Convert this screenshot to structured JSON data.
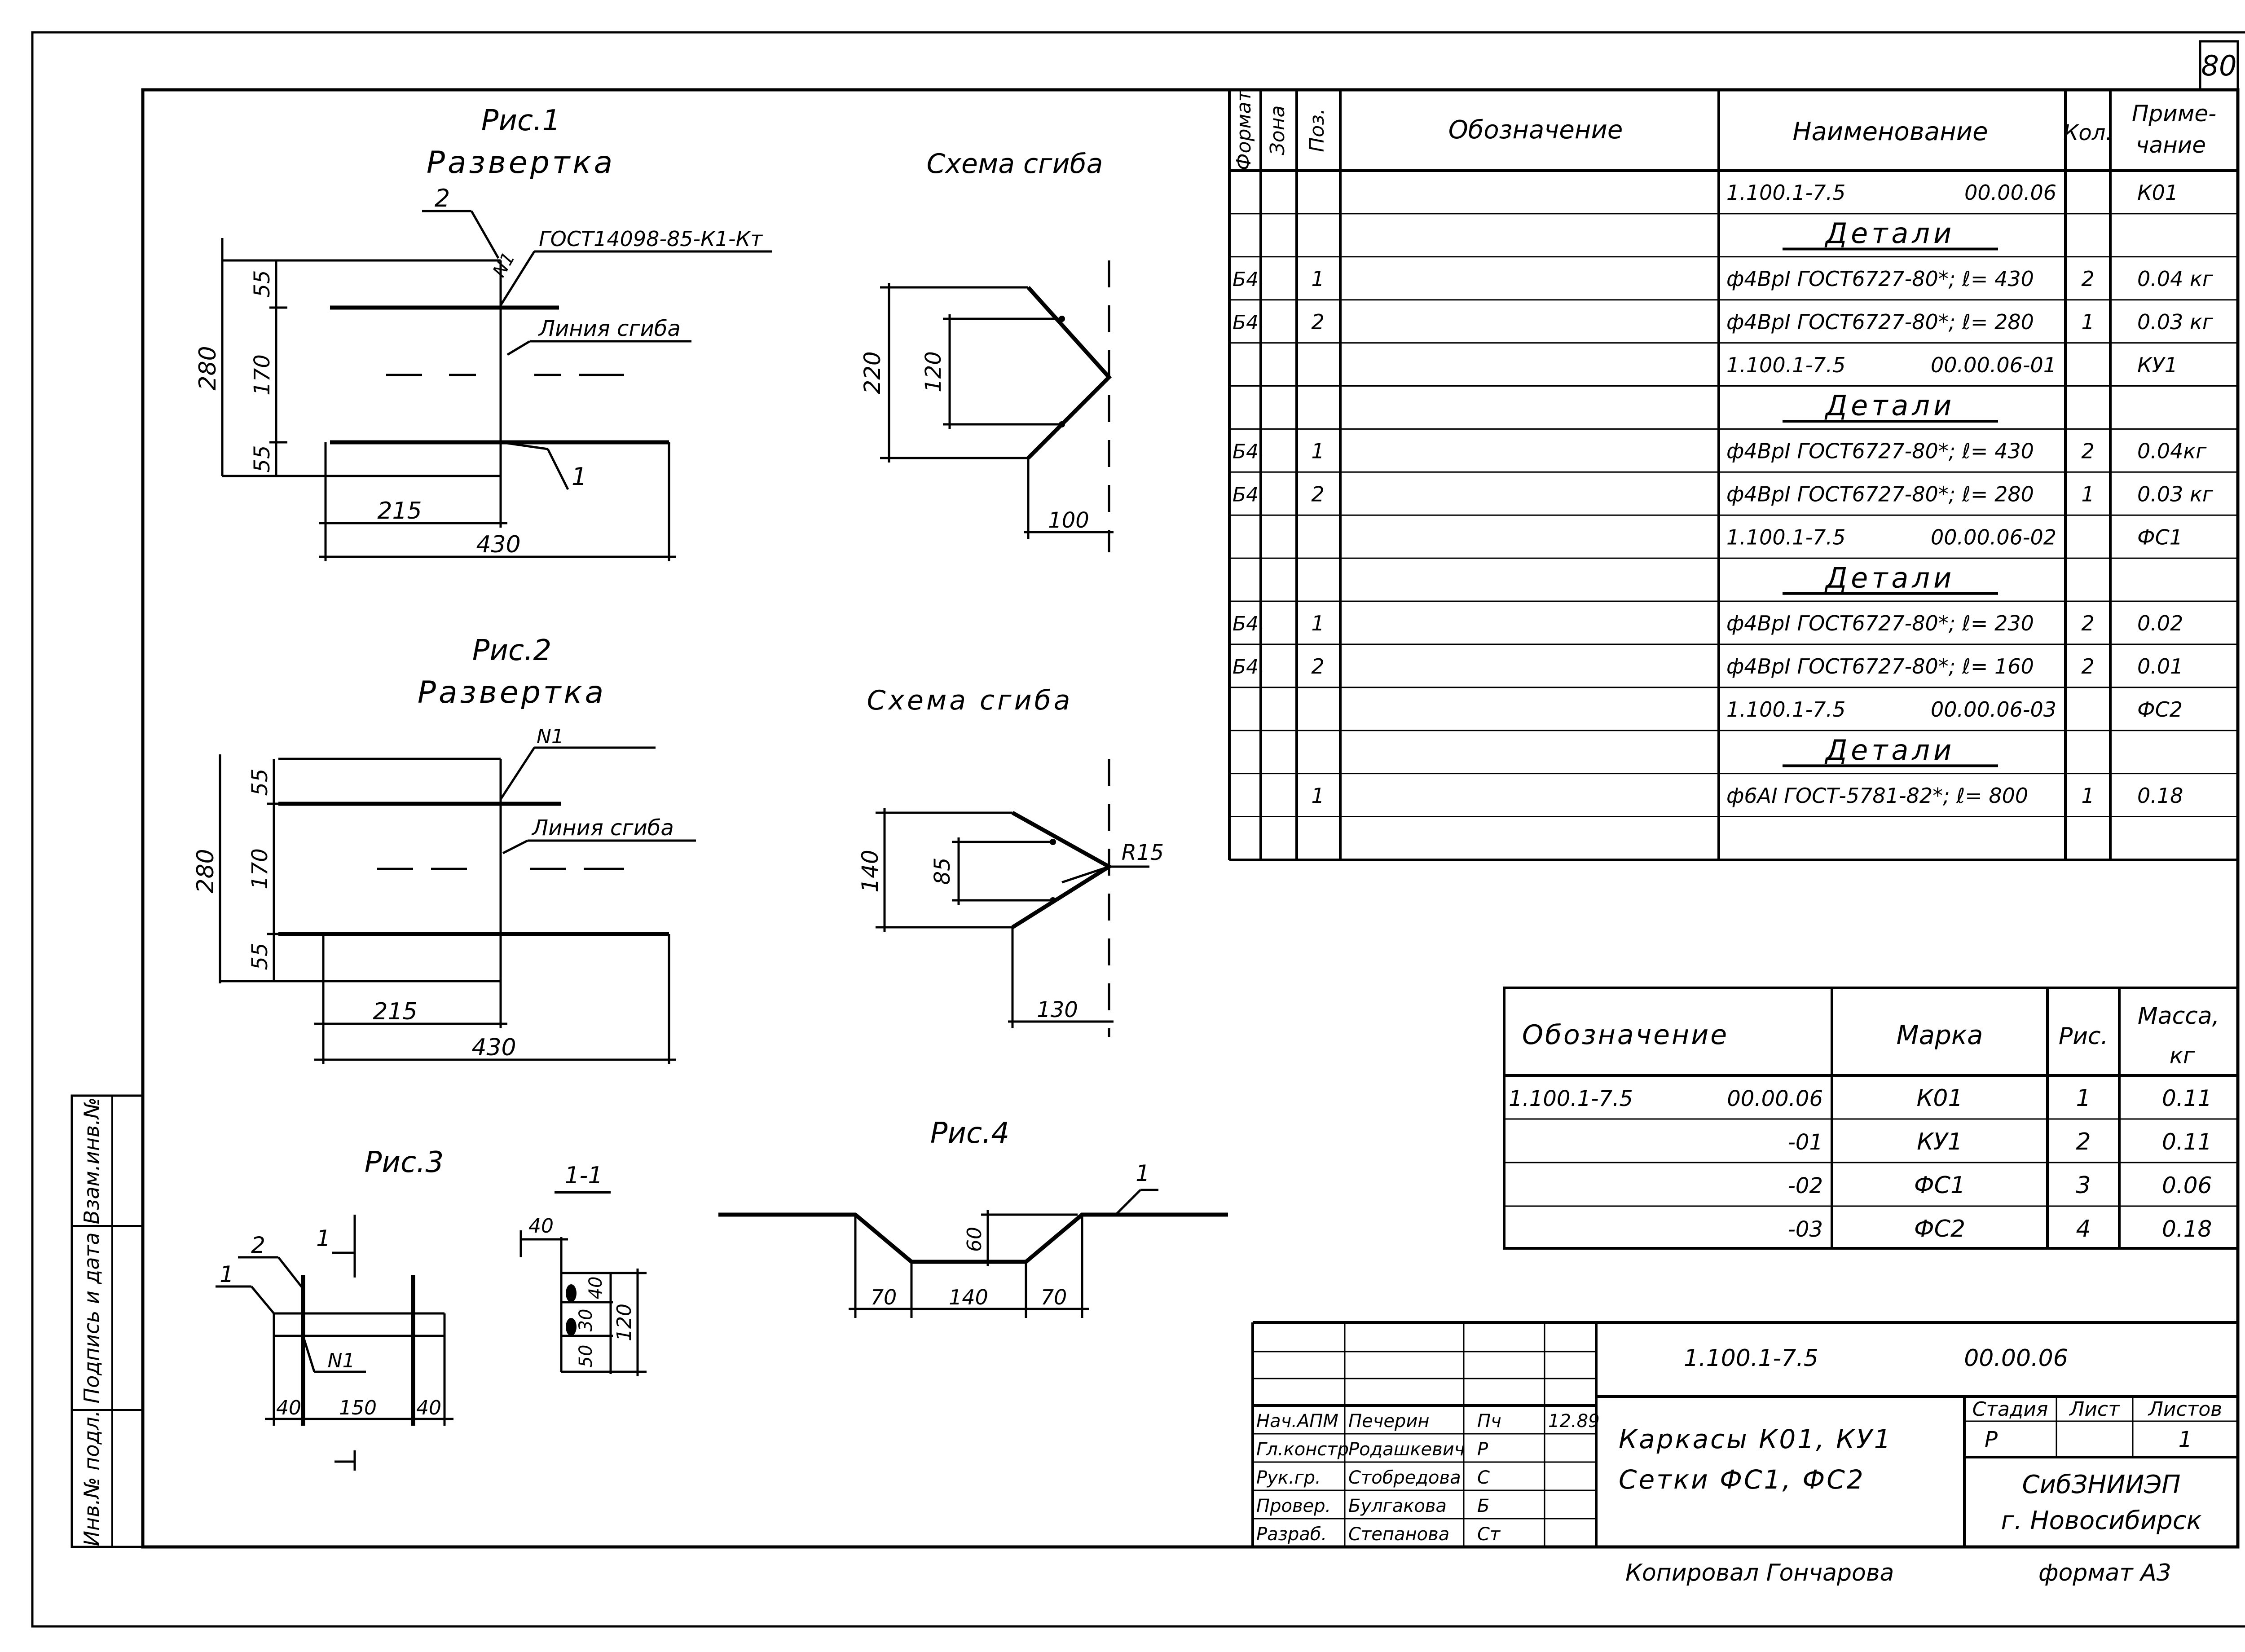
{
  "sheet": {
    "page_number": "80",
    "format": "формат А3",
    "copied_by": "Копировал Гончарова"
  },
  "fig1": {
    "caption": "Рис.1",
    "title": "Развертка",
    "label_2": "2",
    "label_1": "1",
    "gost": "ГОСТ14098-85-К1-Кт",
    "n1": "N1",
    "fold_line": "Линия сгиба",
    "dims": {
      "d280": "280",
      "d55a": "55",
      "d170": "170",
      "d55b": "55",
      "d215": "215",
      "d430": "430"
    }
  },
  "scheme1": {
    "title": "Схема сгиба",
    "dims": {
      "d220": "220",
      "d120": "120",
      "d100": "100"
    }
  },
  "fig2": {
    "caption": "Рис.2",
    "title": "Развертка",
    "n1": "N1",
    "fold_line": "Линия сгиба",
    "dims": {
      "d280": "280",
      "d55a": "55",
      "d170": "170",
      "d55b": "55",
      "d215": "215",
      "d430": "430"
    }
  },
  "scheme2": {
    "title": "Схема сгиба",
    "dims": {
      "d140": "140",
      "d85": "85",
      "r15": "R15",
      "d130": "130"
    }
  },
  "fig3": {
    "caption": "Рис.3",
    "label_1": "1",
    "label_2": "2",
    "section_mark": "1",
    "n1": "N1",
    "dims": {
      "d40a": "40",
      "d150": "150",
      "d40b": "40"
    }
  },
  "section": {
    "title": "1-1",
    "dims": {
      "d40": "40",
      "d50": "50",
      "d30": "30",
      "d40v": "40",
      "d120": "120"
    }
  },
  "fig4": {
    "caption": "Рис.4",
    "label_1": "1",
    "dims": {
      "d60": "60",
      "d70a": "70",
      "d140": "140",
      "d70b": "70"
    }
  },
  "spec": {
    "headers": {
      "format": "Формат",
      "zone": "Зона",
      "pos": "Поз.",
      "designation": "Обозначение",
      "name": "Наименование",
      "qty": "Кол.",
      "note": "Приме-чание"
    },
    "rows": [
      {
        "fmt": "",
        "pos": "",
        "name": "1.100.1-7.5",
        "code": "00.00.06",
        "qty": "",
        "note": "К01",
        "kind": "doc"
      },
      {
        "fmt": "",
        "pos": "",
        "name": "Детали",
        "code": "",
        "qty": "",
        "note": "",
        "kind": "head"
      },
      {
        "fmt": "Б4.",
        "pos": "1",
        "name": "ф4ВрI ГОСТ6727-80*; ℓ= 430",
        "code": "",
        "qty": "2",
        "note": "0.04 кг",
        "kind": "item"
      },
      {
        "fmt": "Б4.",
        "pos": "2",
        "name": "ф4ВрI ГОСТ6727-80*; ℓ= 280",
        "code": "",
        "qty": "1",
        "note": "0.03 кг",
        "kind": "item"
      },
      {
        "fmt": "",
        "pos": "",
        "name": "1.100.1-7.5",
        "code": "00.00.06-01",
        "qty": "",
        "note": "КУ1",
        "kind": "doc"
      },
      {
        "fmt": "",
        "pos": "",
        "name": "Детали",
        "code": "",
        "qty": "",
        "note": "",
        "kind": "head"
      },
      {
        "fmt": "Б4.",
        "pos": "1",
        "name": "ф4ВрI ГОСТ6727-80*; ℓ= 430",
        "code": "",
        "qty": "2",
        "note": "0.04кг",
        "kind": "item"
      },
      {
        "fmt": "Б4.",
        "pos": "2",
        "name": "ф4ВрI ГОСТ6727-80*; ℓ= 280",
        "code": "",
        "qty": "1",
        "note": "0.03 кг",
        "kind": "item"
      },
      {
        "fmt": "",
        "pos": "",
        "name": "1.100.1-7.5",
        "code": "00.00.06-02",
        "qty": "",
        "note": "ФС1",
        "kind": "doc"
      },
      {
        "fmt": "",
        "pos": "",
        "name": "Детали",
        "code": "",
        "qty": "",
        "note": "",
        "kind": "head"
      },
      {
        "fmt": "Б4.",
        "pos": "1",
        "name": "ф4ВрI ГОСТ6727-80*; ℓ= 230",
        "code": "",
        "qty": "2",
        "note": "0.02",
        "kind": "item"
      },
      {
        "fmt": "Б4.",
        "pos": "2",
        "name": "ф4ВрI ГОСТ6727-80*; ℓ= 160",
        "code": "",
        "qty": "2",
        "note": "0.01",
        "kind": "item"
      },
      {
        "fmt": "",
        "pos": "",
        "name": "1.100.1-7.5",
        "code": "00.00.06-03",
        "qty": "",
        "note": "ФС2",
        "kind": "doc"
      },
      {
        "fmt": "",
        "pos": "",
        "name": "Детали",
        "code": "",
        "qty": "",
        "note": "",
        "kind": "head"
      },
      {
        "fmt": "",
        "pos": "1",
        "name": "ф6АI ГОСТ-5781-82*; ℓ= 800",
        "code": "",
        "qty": "1",
        "note": "0.18",
        "kind": "item"
      },
      {
        "fmt": "",
        "pos": "",
        "name": "",
        "code": "",
        "qty": "",
        "note": "",
        "kind": "blank"
      }
    ]
  },
  "mass_table": {
    "headers": {
      "designation": "Обозначение",
      "mark": "Марка",
      "fig": "Рис.",
      "mass": "Масса,",
      "mass_unit": "кг"
    },
    "rows": [
      {
        "des1": "1.100.1-7.5",
        "des2": "00.00.06",
        "mark": "К01",
        "fig": "1",
        "mass": "0.11"
      },
      {
        "des1": "",
        "des2": "-01",
        "mark": "КУ1",
        "fig": "2",
        "mass": "0.11"
      },
      {
        "des1": "",
        "des2": "-02",
        "mark": "ФС1",
        "fig": "3",
        "mass": "0.06"
      },
      {
        "des1": "",
        "des2": "-03",
        "mark": "ФС2",
        "fig": "4",
        "mass": "0.18"
      }
    ]
  },
  "title_block": {
    "doc_number": "1.100.1-7.5",
    "doc_code": "00.00.06",
    "signatures": [
      {
        "role": "Нач.АПМ",
        "name": "Печерин",
        "sign": "Пч",
        "date": "12.89"
      },
      {
        "role": "Гл.констр",
        "name": "Родашкевич",
        "sign": "Р",
        "date": ""
      },
      {
        "role": "Рук.гр.",
        "name": "Стобредова",
        "sign": "С",
        "date": ""
      },
      {
        "role": "Провер.",
        "name": "Булгакова",
        "sign": "Б",
        "date": ""
      },
      {
        "role": "Разраб.",
        "name": "Степанова",
        "sign": "Ст",
        "date": ""
      }
    ],
    "title_line1": "Каркасы К01, КУ1",
    "title_line2": "Сетки ФС1, ФС2",
    "stage_label": "Стадия",
    "sheet_label": "Лист",
    "sheets_label": "Листов",
    "stage": "Р",
    "sheet": "",
    "sheets": "1",
    "org1": "СибЗНИИЭП",
    "org2": "г. Новосибирск"
  },
  "side_stamp": {
    "col1": "Инв.№ подл.",
    "col2": "Подпись и дата",
    "col3": "Взам.инв.№"
  }
}
